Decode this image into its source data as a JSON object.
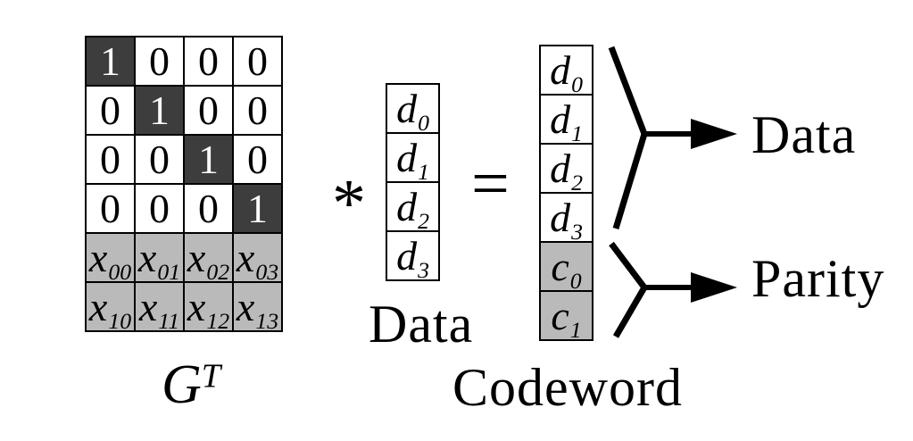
{
  "matrix": {
    "label": {
      "base": "G",
      "superscript": "T"
    },
    "identity_rows": [
      [
        "1",
        "0",
        "0",
        "0"
      ],
      [
        "0",
        "1",
        "0",
        "0"
      ],
      [
        "0",
        "0",
        "1",
        "0"
      ],
      [
        "0",
        "0",
        "0",
        "1"
      ]
    ],
    "parity_rows": [
      [
        {
          "base": "x",
          "sub": "00"
        },
        {
          "base": "x",
          "sub": "01"
        },
        {
          "base": "x",
          "sub": "02"
        },
        {
          "base": "x",
          "sub": "03"
        }
      ],
      [
        {
          "base": "x",
          "sub": "10"
        },
        {
          "base": "x",
          "sub": "11"
        },
        {
          "base": "x",
          "sub": "12"
        },
        {
          "base": "x",
          "sub": "13"
        }
      ]
    ]
  },
  "operators": {
    "multiply": "*",
    "equals": "="
  },
  "data_vector": {
    "label": "Data",
    "entries": [
      {
        "base": "d",
        "sub": "0"
      },
      {
        "base": "d",
        "sub": "1"
      },
      {
        "base": "d",
        "sub": "2"
      },
      {
        "base": "d",
        "sub": "3"
      }
    ]
  },
  "codeword_vector": {
    "label": "Codeword",
    "data_entries": [
      {
        "base": "d",
        "sub": "0"
      },
      {
        "base": "d",
        "sub": "1"
      },
      {
        "base": "d",
        "sub": "2"
      },
      {
        "base": "d",
        "sub": "3"
      }
    ],
    "parity_entries": [
      {
        "base": "c",
        "sub": "0"
      },
      {
        "base": "c",
        "sub": "1"
      }
    ]
  },
  "annotations": {
    "data_label": "Data",
    "parity_label": "Parity"
  },
  "colors": {
    "diagonal_cell": "#3d3d3d",
    "parity_cell": "#bababa",
    "diagonal_text": "#fafafa",
    "line": "#000000",
    "background": "#ffffff"
  }
}
